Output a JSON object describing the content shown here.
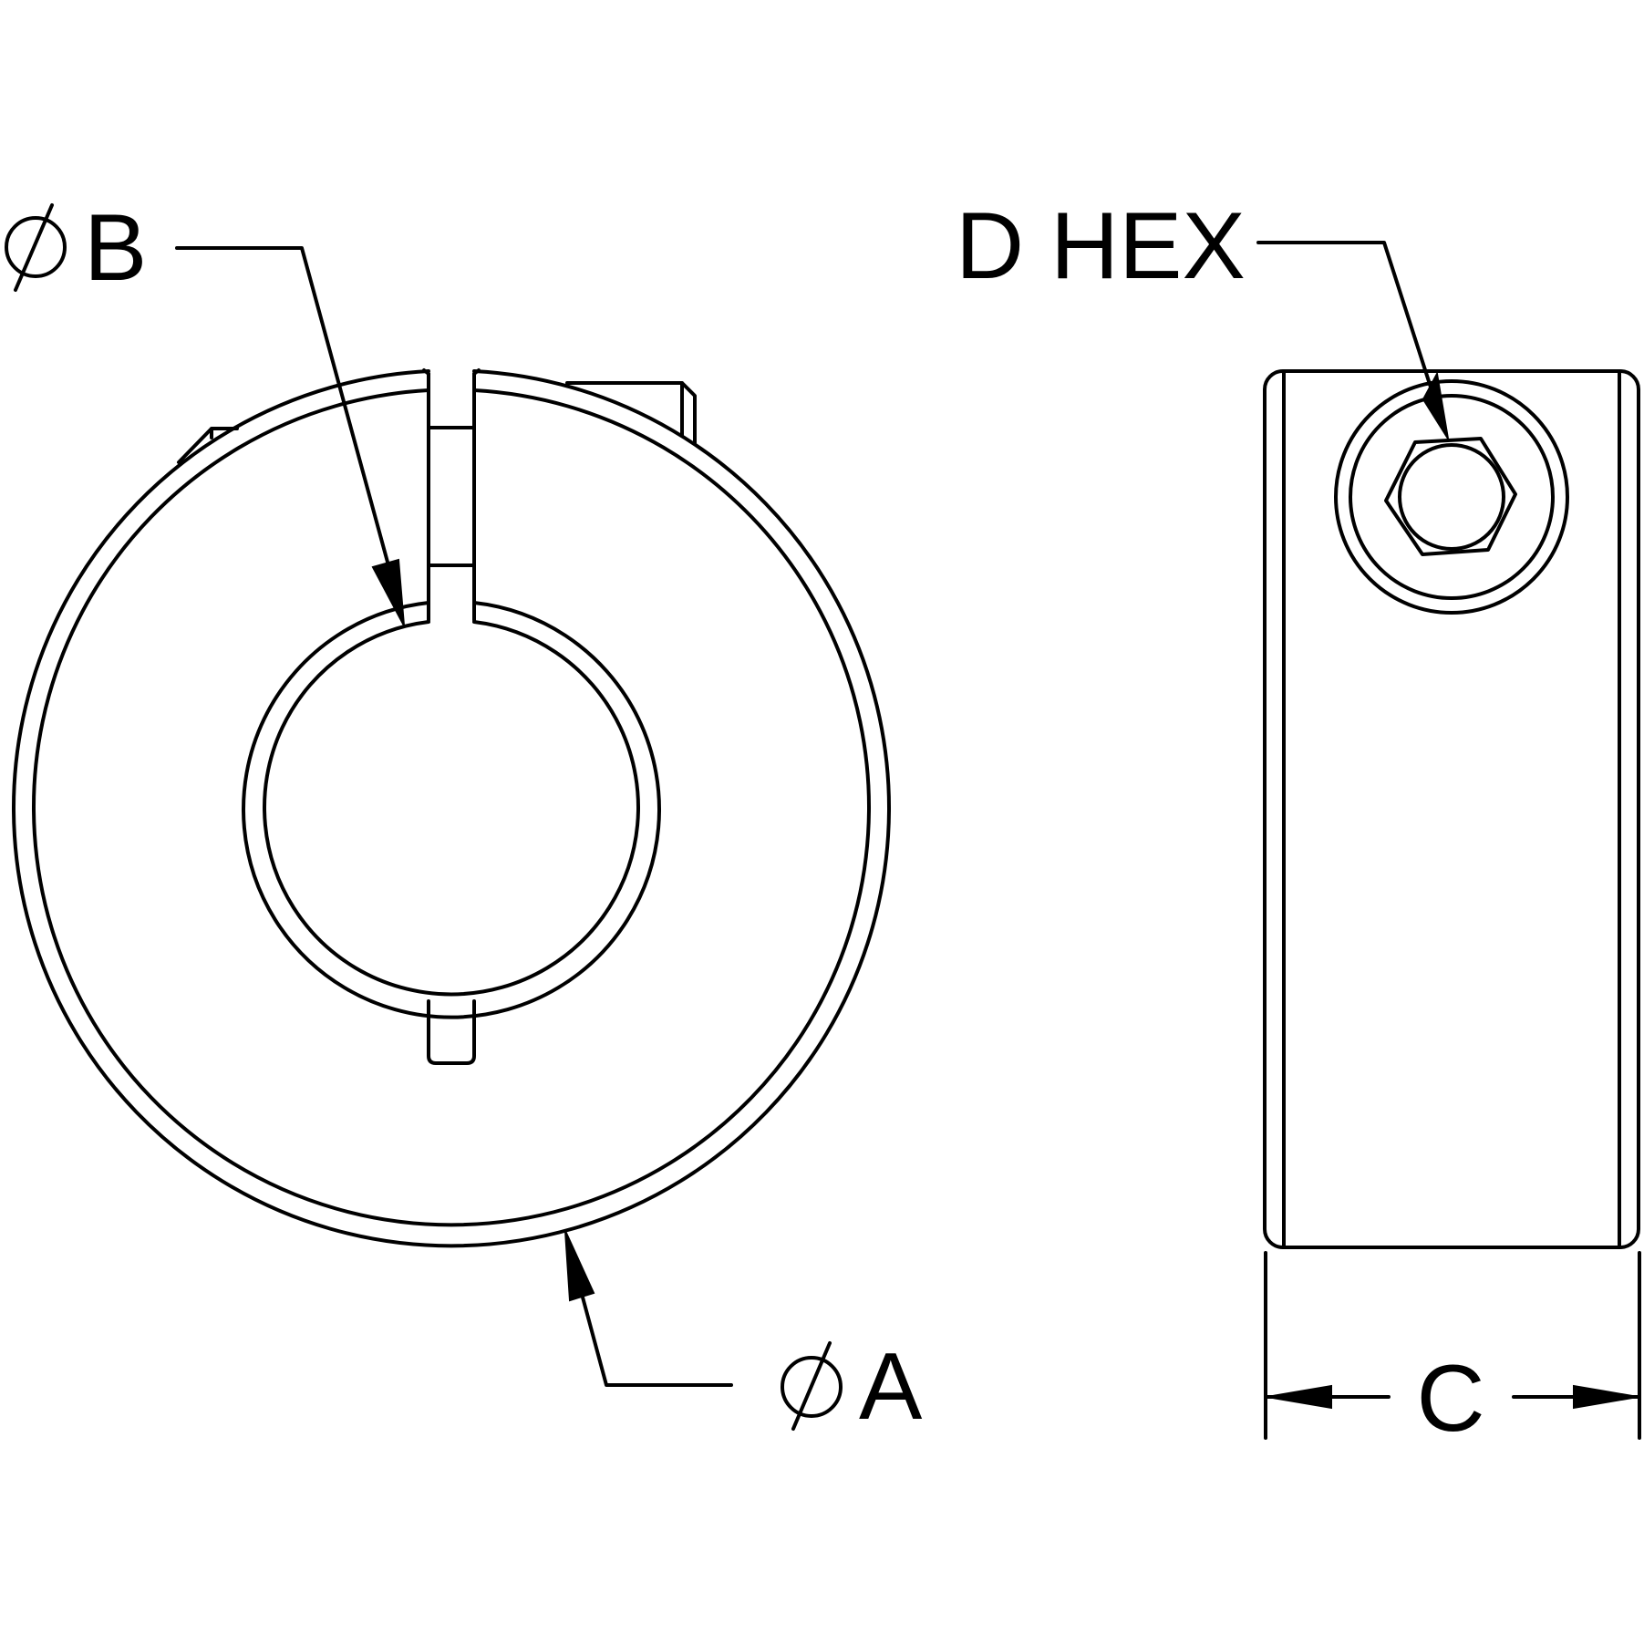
{
  "labels": {
    "dia_b": "B",
    "dia_a": "A",
    "d_hex": "D HEX",
    "c": "C"
  },
  "colors": {
    "line": "#000000",
    "background": "#ffffff"
  },
  "icons": {
    "diameter": "diameter-symbol-icon"
  }
}
